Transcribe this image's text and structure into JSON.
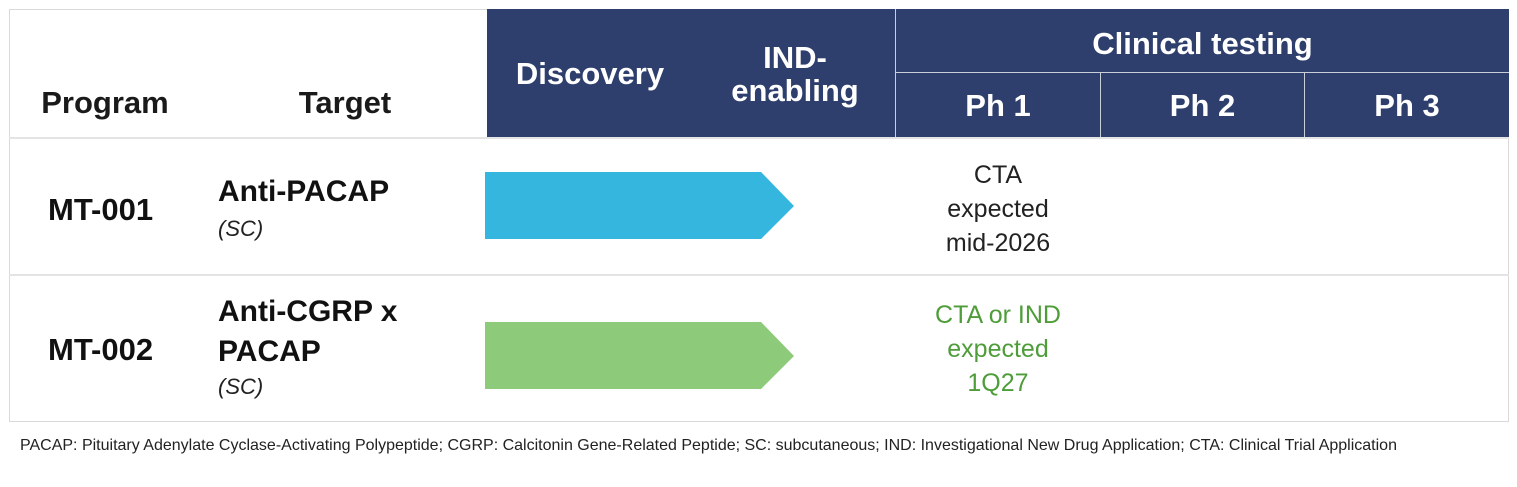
{
  "header": {
    "program": "Program",
    "target": "Target",
    "discovery": "Discovery",
    "ind_enabling_line1": "IND-",
    "ind_enabling_line2": "enabling",
    "clinical_testing": "Clinical testing",
    "ph1": "Ph 1",
    "ph2": "Ph 2",
    "ph3": "Ph 3"
  },
  "rows": [
    {
      "program": "MT-001",
      "target_line1": "Anti-PACAP",
      "target_line2": "",
      "route": "(SC)",
      "progress_stage": "IND-enabling",
      "bar_color": "#35b6df",
      "note_lines": [
        "CTA",
        "expected",
        "mid-2026"
      ],
      "note_color": "#222222"
    },
    {
      "program": "MT-002",
      "target_line1": "Anti-CGRP x",
      "target_line2": "PACAP",
      "route": "(SC)",
      "progress_stage": "IND-enabling",
      "bar_color": "#8dcb7b",
      "note_lines": [
        "CTA or IND",
        "expected",
        "1Q27"
      ],
      "note_color": "#4e9d3a"
    }
  ],
  "colors": {
    "header_bg": "#2e3f6d"
  },
  "footnote": "PACAP: Pituitary Adenylate Cyclase-Activating Polypeptide; CGRP: Calcitonin Gene-Related Peptide; SC: subcutaneous; IND: Investigational New Drug Application; CTA: Clinical Trial Application"
}
